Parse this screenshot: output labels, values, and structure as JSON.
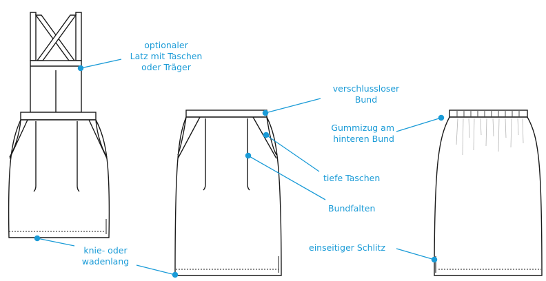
{
  "accent_color": "#1a9bd7",
  "line_color": "#1a1a1a",
  "labels": {
    "bib_line1": "optionaler",
    "bib_line2": "Latz mit Taschen",
    "bib_line3": "oder Träger",
    "waistband_line1": "verschlussloser",
    "waistband_line2": "Bund",
    "elastic_line1": "Gummizug am",
    "elastic_line2": "hinteren Bund",
    "pockets": "tiefe Taschen",
    "pleats": "Bundfalten",
    "length_line1": "knie- oder",
    "length_line2": "wadenlang",
    "slit": "einseitiger Schlitz"
  }
}
